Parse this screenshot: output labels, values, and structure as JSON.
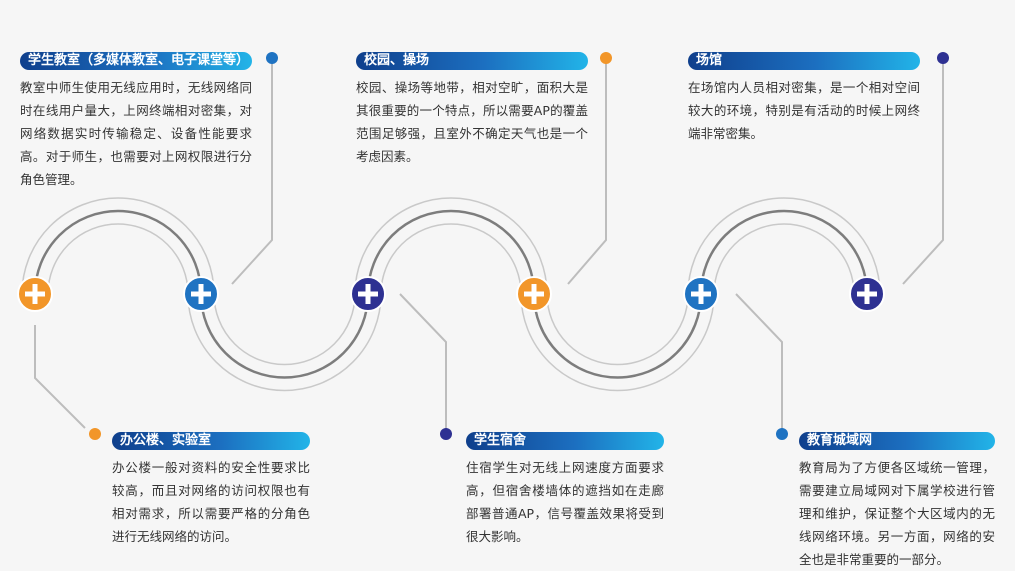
{
  "colors": {
    "orange": "#f29629",
    "blue": "#1f73c2",
    "navy": "#2e3192",
    "track_outer": "#c9c9c9",
    "track_inner": "#7d7d7d",
    "connector": "#bdbdbd"
  },
  "node_icon": "plus-icon",
  "items": [
    {
      "id": "classroom",
      "title": "学生教室（多媒体教室、电子课堂等）",
      "text": "教室中师生使用无线应用时，无线网络同时在线用户量大，上网终端相对密集，对网络数据实时传输稳定、设备性能要求高。对于师生，也需要对上网权限进行分角色管理。"
    },
    {
      "id": "office",
      "title": "办公楼、实验室",
      "text": "办公楼一般对资料的安全性要求比较高，而且对网络的访问权限也有相对需求，所以需要严格的分角色进行无线网络的访问。"
    },
    {
      "id": "campus",
      "title": "校园、操场",
      "text": "校园、操场等地带，相对空旷，面积大是其很重要的一个特点，所以需要AP的覆盖范围足够强，且室外不确定天气也是一个考虑因素。"
    },
    {
      "id": "dorm",
      "title": "学生宿舍",
      "text": "住宿学生对无线上网速度方面要求高，但宿舍楼墙体的遮挡如在走廊部署普通AP，信号覆盖效果将受到很大影响。"
    },
    {
      "id": "venue",
      "title": "场馆",
      "text": "在场馆内人员相对密集，是一个相对空间较大的环境，特别是有活动的时候上网终端非常密集。"
    },
    {
      "id": "metro",
      "title": "教育城域网",
      "text": "教育局为了方便各区域统一管理，需要建立局域网对下属学校进行管理和维护，保证整个大区域内的无线网络环境。另一方面，网络的安全也是非常重要的一部分。"
    }
  ]
}
